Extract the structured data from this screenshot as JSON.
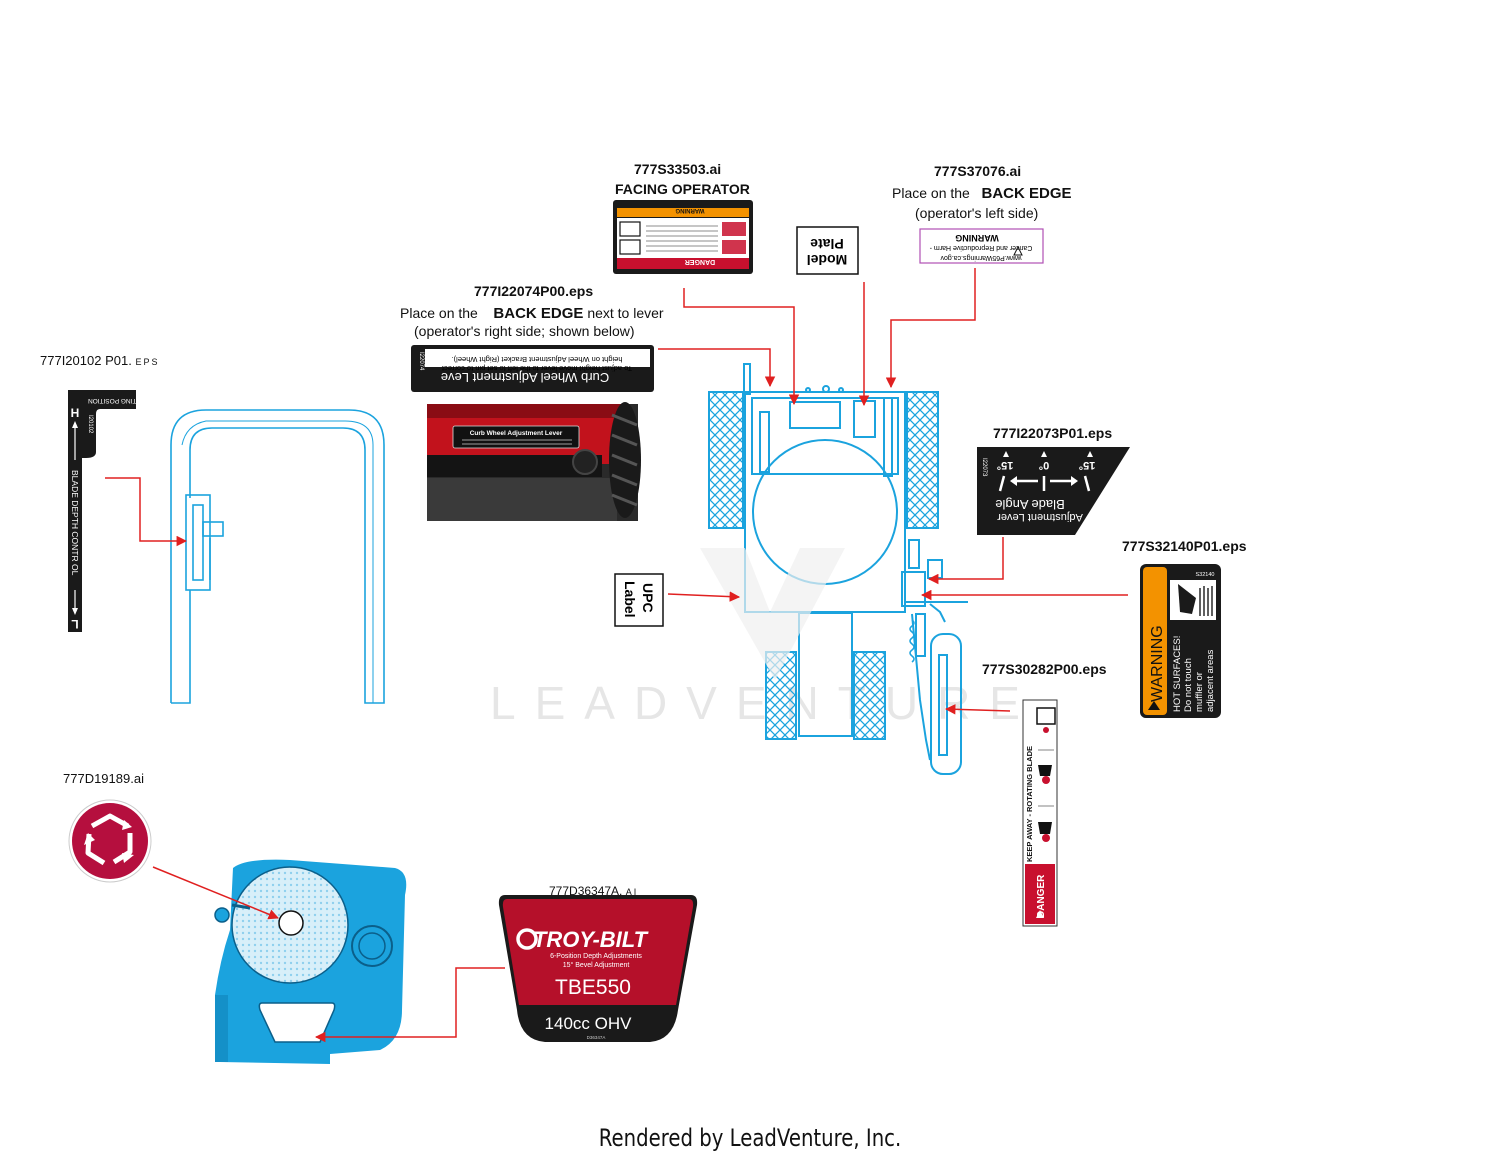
{
  "labels": {
    "l20102": {
      "filename": "777I20102 P01.",
      "ext": "EPS",
      "top_text": "STAR TING POSITION",
      "vert_text": "BLADE DEPTH CONTR OL",
      "h": "H",
      "l": "L",
      "code": "I20102"
    },
    "s33503": {
      "filename": "777S33503.ai",
      "note": "FACING OPERATOR",
      "danger": "DANGER",
      "warning": "WARNING"
    },
    "s37076": {
      "filename": "777S37076.ai",
      "note_prefix": "Place on the",
      "note_bold": "BACK EDGE",
      "note_sub": "(operator's left side)",
      "warning": "WARNING",
      "line1": "Cancer and Reproductive Harm -",
      "line2": "www.P65Warnings.ca.gov"
    },
    "i22074": {
      "filename": "777I22074P00.eps",
      "note_prefix": "Place on the",
      "note_bold": "BACK EDGE",
      "note_suffix": "next to lever",
      "note_sub": "(operator's right side; shown below)",
      "title": "Curb Wheel Adjustment Leve",
      "line1": "To adjust height move lever to the left to set pin to correct",
      "line2": "height on Wheel Adjustment Bracket (Right Wheel).",
      "code": "I22074",
      "photo_label": "Curb Wheel Adjustment Lever"
    },
    "model_plate": {
      "line1": "Model",
      "line2": "Plate"
    },
    "i22073": {
      "filename": "777I22073P01.eps",
      "a1": "15°",
      "a2": "0°",
      "a3": "15°",
      "line1": "Blade Angle",
      "line2": "Adjustment Lever",
      "code": "I22073"
    },
    "s32140": {
      "filename": "777S32140P01.eps",
      "warning": "WARNING",
      "line1": "HOT SURFACES!",
      "line2": "Do not touch",
      "line3": "muffler or",
      "line4": "adjacent areas",
      "code": "S32140"
    },
    "upc": {
      "line1": "UPC",
      "line2": "Label"
    },
    "s30282": {
      "filename": "777S30282P00.eps",
      "text": "KEEP AWAY - ROTATING BLADE",
      "danger": "DANGER"
    },
    "d19189": {
      "filename": "777D19189.ai"
    },
    "d36347": {
      "filename": "777D36347A.",
      "ext": "AI",
      "brand": "TROY-BILT",
      "line1": "6-Position Depth Adjustments",
      "line2": "15° Bevel Adjustment",
      "model": "TBE550",
      "engine": "140cc OHV",
      "code": "D36347A"
    }
  },
  "watermark": "LEADVENTURE",
  "footer": "Rendered by LeadVenture, Inc.",
  "colors": {
    "machine": "#1ba3de",
    "arrow": "#e02020",
    "danger_red": "#c8102e",
    "warning_orange": "#f39200",
    "troybilt_red": "#b5102a",
    "dark": "#1a1a1a"
  }
}
